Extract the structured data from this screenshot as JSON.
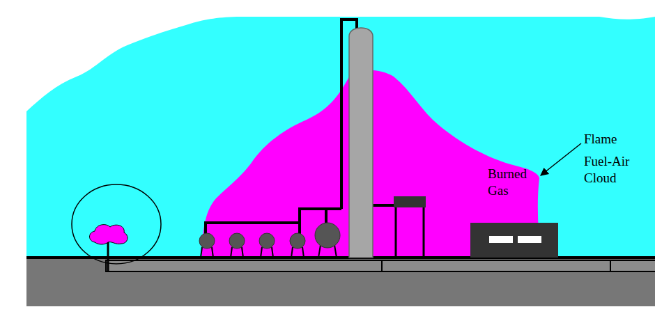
{
  "diagram": {
    "labels": [
      "Burned Gas",
      "Flame",
      "Fuel-Air Cloud"
    ]
  }
}
